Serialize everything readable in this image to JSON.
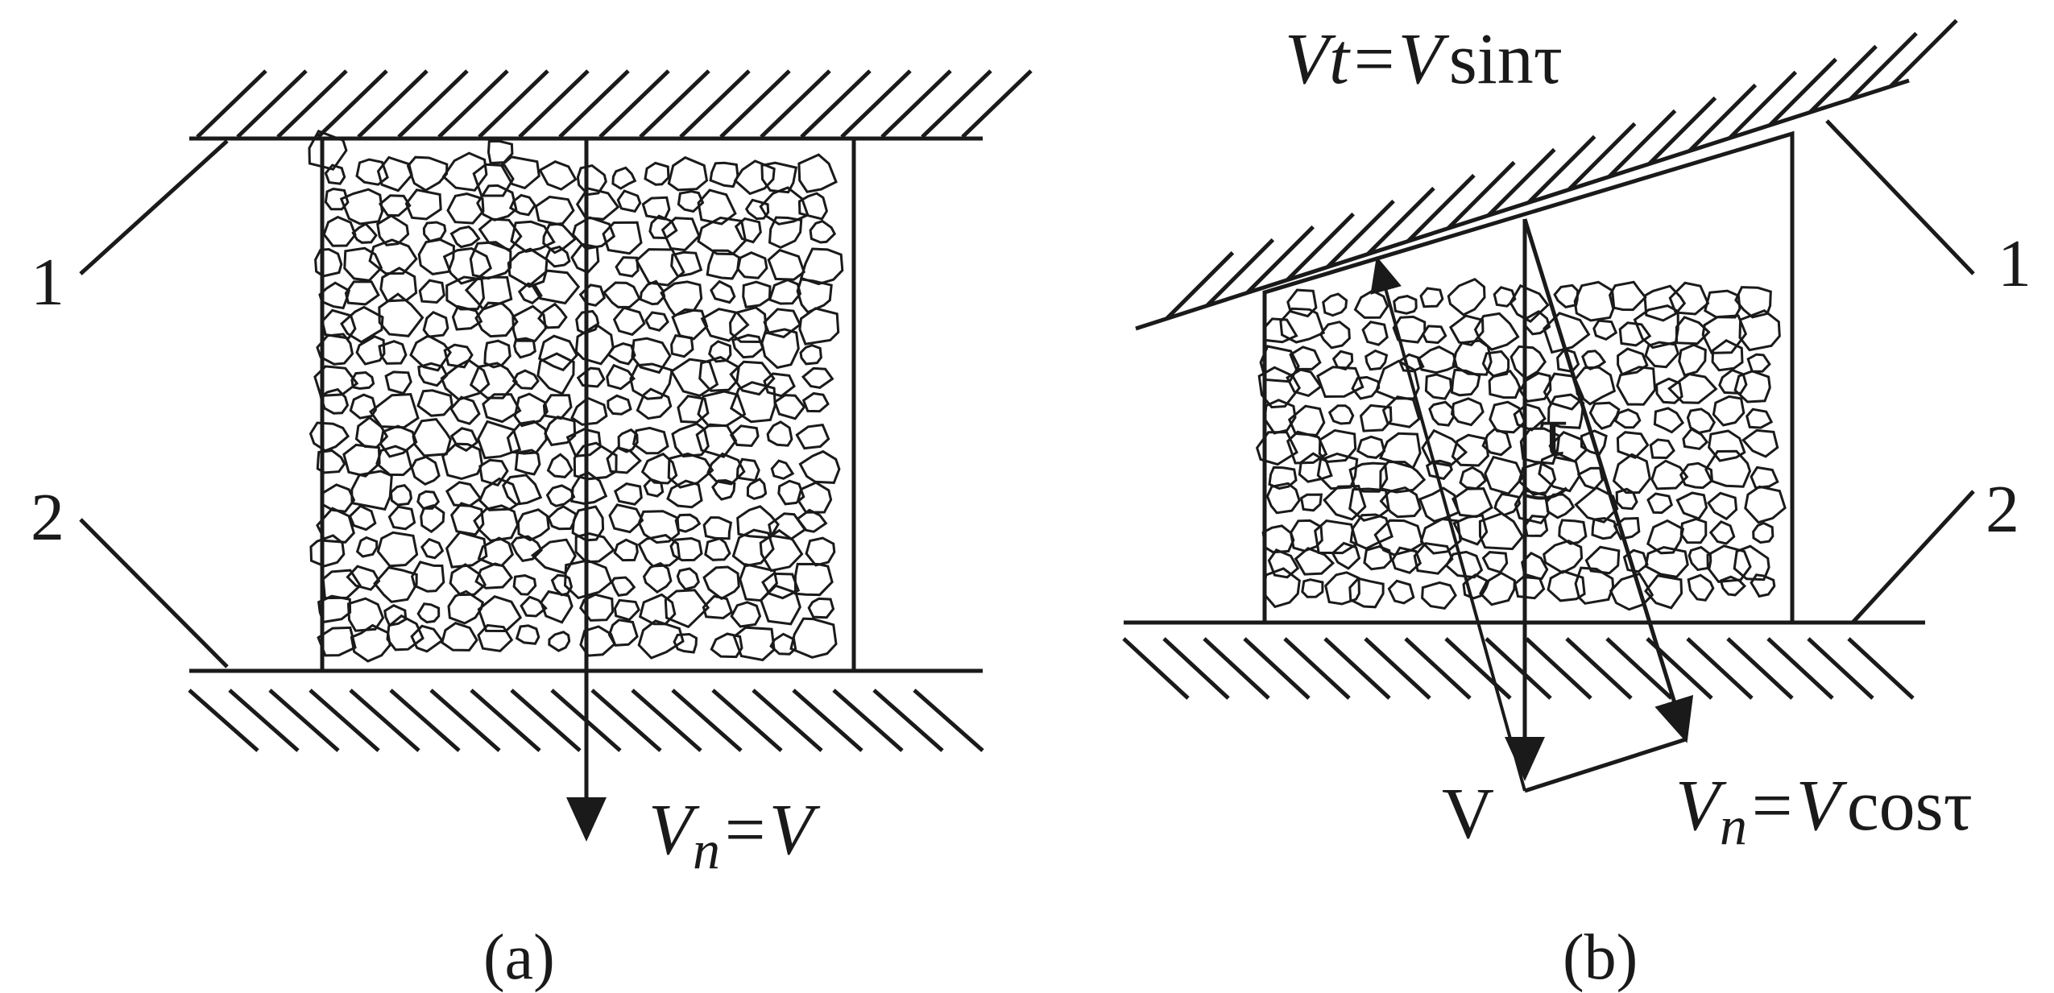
{
  "diagram": {
    "panel_a": {
      "label_plate_top": "1",
      "label_plate_bottom": "2",
      "formula_v": "V",
      "formula_n": "n",
      "formula_rest": "=V",
      "caption": "(a)"
    },
    "panel_b": {
      "label_plate_top": "1",
      "label_plate_bottom": "2",
      "formula_vt_v": "V",
      "formula_vt_t": "t",
      "formula_vt_eq": "=",
      "formula_vt_v2": "V",
      "formula_vt_fn": "sinτ",
      "angle_label": "τ",
      "vector_label": "V",
      "formula_vn_v": "V",
      "formula_vn_n": "n",
      "formula_vn_eq": "=",
      "formula_vn_v2": "V",
      "formula_vn_fn": "cosτ",
      "caption": "(b)"
    },
    "colors": {
      "ink": "#1a1a1a",
      "background": "#ffffff"
    }
  }
}
